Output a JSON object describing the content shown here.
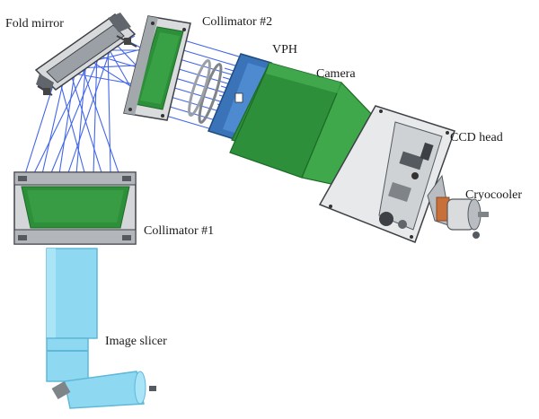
{
  "labels": {
    "fold_mirror": "Fold mirror",
    "collimator_2": "Collimator #2",
    "vph": "VPH",
    "camera": "Camera",
    "ccd_head": "CCD head",
    "cryocooler": "Cryocooler",
    "collimator_1": "Collimator #1",
    "image_slicer": "Image slicer"
  },
  "colors": {
    "optics_green": "#2e8f3a",
    "optics_green_dark": "#1d6b27",
    "optics_green_light": "#3fa84a",
    "ray_blue": "#2f56e8",
    "slicer_cyan": "#8ed8f2",
    "slicer_cyan_dark": "#5fb8d8",
    "mount_grey": "#b9bcc0",
    "mount_dark": "#555a60",
    "vph_blue": "#3a73b8",
    "copper": "#c9703a"
  }
}
